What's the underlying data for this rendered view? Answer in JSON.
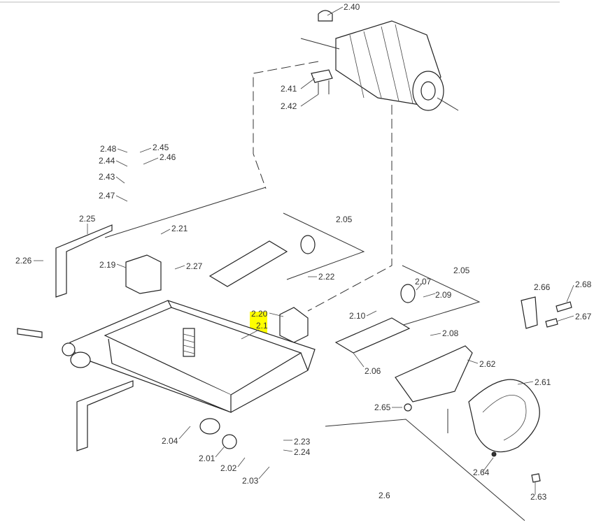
{
  "diagram": {
    "highlight_color": "#ffff00",
    "highlighted_label": "2.1",
    "labels": {
      "p240": "2.40",
      "p241": "2.41",
      "p242": "2.42",
      "p248": "2.48",
      "p245": "2.45",
      "p244": "2.44",
      "p246": "2.46",
      "p243": "2.43",
      "p247": "2.47",
      "p225": "2.25",
      "p221": "2.21",
      "p226": "2.26",
      "p219": "2.19",
      "p227": "2.27",
      "p205a": "2.05",
      "p222": "2.22",
      "p205b": "2.05",
      "p220": "2.20",
      "p21": "2.1",
      "p207": "2.07",
      "p209": "2.09",
      "p210": "2.10",
      "p266": "2.66",
      "p268": "2.68",
      "p267": "2.67",
      "p208": "2.08",
      "p206": "2.06",
      "p262": "2.62",
      "p261": "2.61",
      "p265": "2.65",
      "p204": "2.04",
      "p201": "2.01",
      "p223": "2.23",
      "p224": "2.24",
      "p202": "2.02",
      "p203": "2.03",
      "p264": "2.64",
      "p263": "2.63",
      "p26": "2.6"
    }
  }
}
